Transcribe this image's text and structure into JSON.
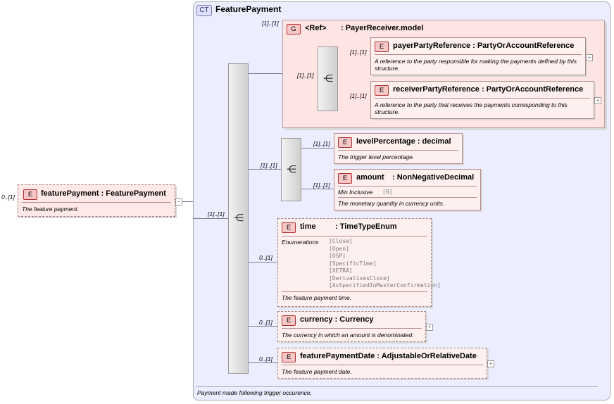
{
  "complex_type": {
    "badge": "CT",
    "title": "FeaturePayment",
    "footer": "Payment made following trigger occurence."
  },
  "root": {
    "badge": "E",
    "name": "featurePayment : FeaturePayment",
    "desc": "The feature payment.",
    "mult": "0..[1]",
    "collapse": "−"
  },
  "main_seq": {
    "mult": "[1]..[1]"
  },
  "group": {
    "badge": "G",
    "name": "<Ref>",
    "type": ": PayerReceiver.model",
    "mult": "[1]..[1]",
    "seq_mult": "[1]..[1]",
    "elements": [
      {
        "badge": "E",
        "name": "payerPartyReference : PartyOrAccountReference",
        "desc": "A reference to the party responsible for making the payments defined by this structure.",
        "mult": "[1]..[1]"
      },
      {
        "badge": "E",
        "name": "receiverPartyReference : PartyOrAccountReference",
        "desc": "A reference to the party that receives the payments corresponding to this structure.",
        "mult": "[1]..[1]"
      }
    ]
  },
  "choice": {
    "mult": "[1]..[1]",
    "elements": [
      {
        "badge": "E",
        "name": "levelPercentage : decimal",
        "desc": "The trigger level percentage.",
        "mult": "[1]..[1]"
      },
      {
        "badge": "E",
        "name": "amount",
        "type": ": NonNegativeDecimal",
        "facet_label": "Min Inclusive",
        "facet_value": "[0]",
        "desc": "The monetary quantity in currency units.",
        "mult": "[1]..[1]"
      }
    ]
  },
  "optional": [
    {
      "badge": "E",
      "name": "time",
      "type": ": TimeTypeEnum",
      "facet_label": "Enumerations",
      "enums": [
        "[Close]",
        "[Open]",
        "[OSP]",
        "[SpecificTime]",
        "[XETRA]",
        "[DerivativesClose]",
        "[AsSpecifiedInMasterConfirmation]"
      ],
      "desc": "The feature payment time.",
      "mult": "0..[1]"
    },
    {
      "badge": "E",
      "name": "currency : Currency",
      "desc": "The currency in which an amount is denominated.",
      "mult": "0..[1]"
    },
    {
      "badge": "E",
      "name": "featurePaymentDate : AdjustableOrRelativeDate",
      "desc": "The feature payment date.",
      "mult": "0..[1]"
    }
  ],
  "expand_symbol": "+"
}
